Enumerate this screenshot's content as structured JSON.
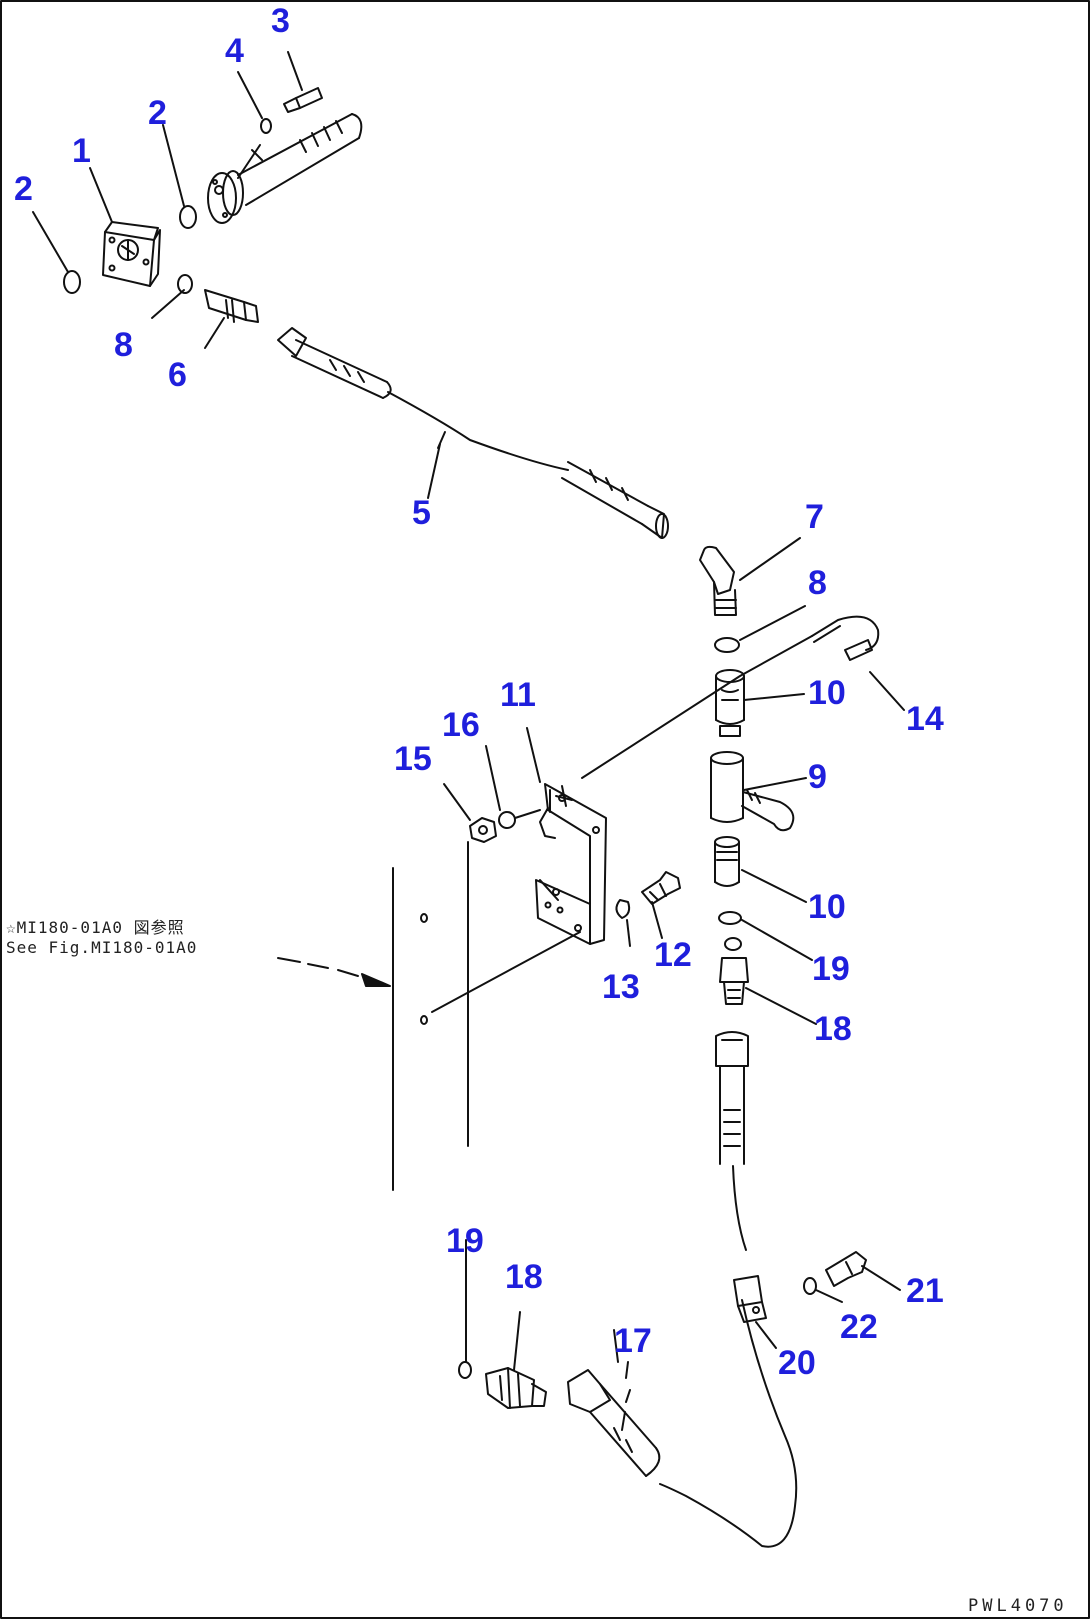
{
  "drawing": {
    "number": "PWL4070",
    "reference_note": {
      "line1": "☆MI180-01A0 図参照",
      "line2": "See Fig.MI180-01A0"
    }
  },
  "callouts": {
    "c1": "1",
    "c2a": "2",
    "c2b": "2",
    "c3": "3",
    "c4": "4",
    "c5": "5",
    "c6": "6",
    "c7": "7",
    "c8a": "8",
    "c8b": "8",
    "c9": "9",
    "c10a": "10",
    "c10b": "10",
    "c11": "11",
    "c12": "12",
    "c13": "13",
    "c14": "14",
    "c15": "15",
    "c16": "16",
    "c17": "17",
    "c18a": "18",
    "c18b": "18",
    "c19a": "19",
    "c19b": "19",
    "c20": "20",
    "c21": "21",
    "c22": "22"
  },
  "colors": {
    "callout": "#1f1fdc",
    "line": "#111111"
  }
}
